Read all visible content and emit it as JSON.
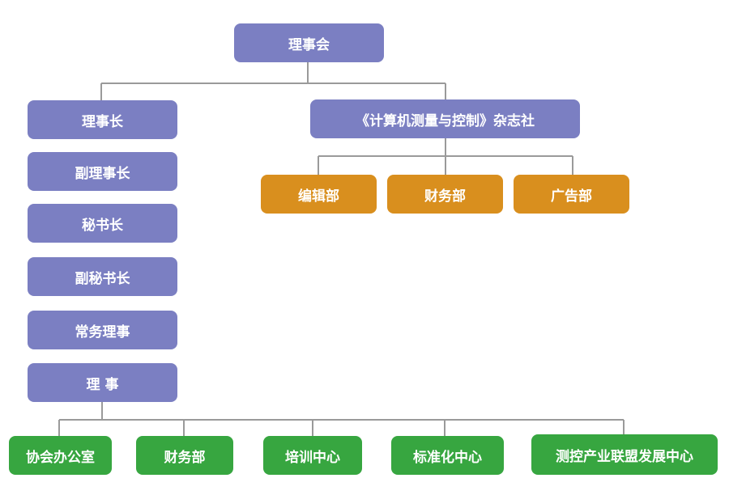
{
  "colors": {
    "leadership": "#7b7fc2",
    "journal_departments": "#d98f1e",
    "association_departments": "#37a640",
    "connector": "#9a9a9a"
  },
  "top": {
    "label": "理事会"
  },
  "leadership": [
    {
      "label": "理事长"
    },
    {
      "label": "副理事长"
    },
    {
      "label": "秘书长"
    },
    {
      "label": "副秘书长"
    },
    {
      "label": "常务理事"
    },
    {
      "label": "理 事"
    }
  ],
  "journal": {
    "label": "《计算机测量与控制》杂志社",
    "departments": [
      {
        "label": "编辑部"
      },
      {
        "label": "财务部"
      },
      {
        "label": "广告部"
      }
    ]
  },
  "association_departments": [
    {
      "label": "协会办公室"
    },
    {
      "label": "财务部"
    },
    {
      "label": "培训中心"
    },
    {
      "label": "标准化中心"
    },
    {
      "label": "测控产业联盟发展中心"
    }
  ]
}
